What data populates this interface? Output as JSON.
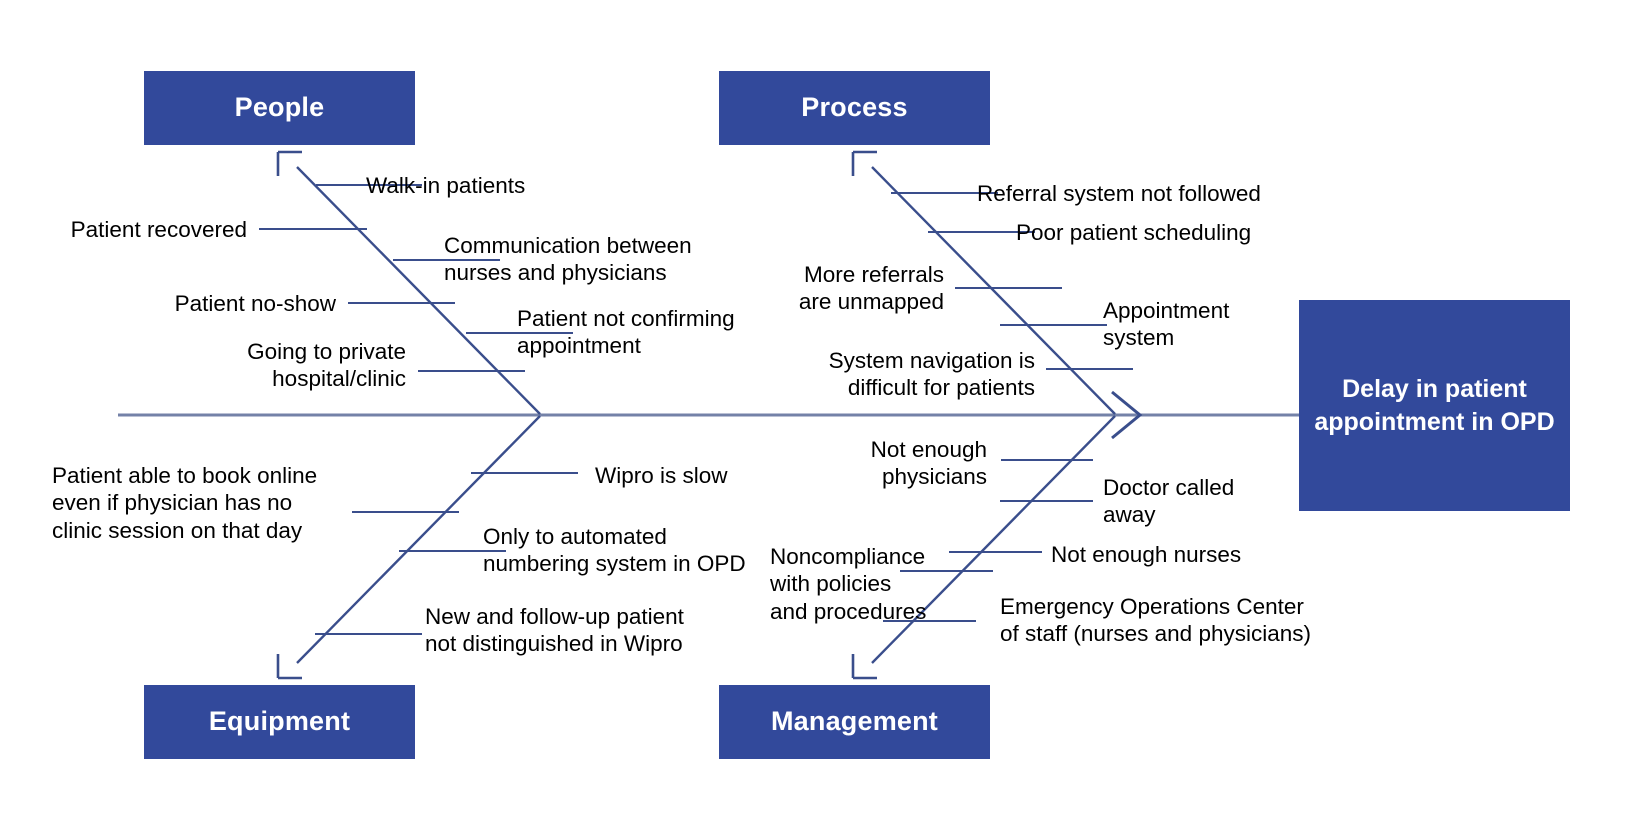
{
  "diagram": {
    "type": "fishbone-ishikawa",
    "effect": {
      "label": "Delay in patient appointment in OPD",
      "box_color": "#32499B",
      "text_color": "#FFFFFF"
    },
    "spine_color": "#7482A8",
    "bone_color": "#3A4E8C",
    "categories": [
      {
        "id": "people",
        "label": "People",
        "position": "top-left",
        "causes": [
          {
            "id": "walk-in-patients",
            "text": "Walk-in patients",
            "align": "left"
          },
          {
            "id": "patient-recovered",
            "text": "Patient recovered",
            "align": "right"
          },
          {
            "id": "communication-nurses-physicians",
            "text": "Communication between\nnurses and physicians",
            "align": "left"
          },
          {
            "id": "patient-no-show",
            "text": "Patient no-show",
            "align": "right"
          },
          {
            "id": "patient-not-confirming-appointment",
            "text": "Patient not confirming\nappointment",
            "align": "left"
          },
          {
            "id": "going-to-private-hospital-clinic",
            "text": "Going to private\nhospital/clinic",
            "align": "right"
          }
        ]
      },
      {
        "id": "process",
        "label": "Process",
        "position": "top-right",
        "causes": [
          {
            "id": "referral-system-not-followed",
            "text": "Referral system not followed",
            "align": "left"
          },
          {
            "id": "poor-patient-scheduling",
            "text": "Poor patient scheduling",
            "align": "left"
          },
          {
            "id": "more-referrals-are-unmapped",
            "text": "More referrals\nare unmapped",
            "align": "right"
          },
          {
            "id": "appointment-system",
            "text": "Appointment\nsystem",
            "align": "left"
          },
          {
            "id": "system-navigation-difficult",
            "text": "System navigation is\ndifficult for patients",
            "align": "right"
          }
        ]
      },
      {
        "id": "equipment",
        "label": "Equipment",
        "position": "bottom-left",
        "causes": [
          {
            "id": "wipro-is-slow",
            "text": "Wipro is slow",
            "align": "left"
          },
          {
            "id": "patient-able-to-book-online",
            "text": "Patient able to book online\neven if physician has no\nclinic session on that day",
            "align": "left"
          },
          {
            "id": "only-to-automated-numbering-system",
            "text": "Only to automated\nnumbering system in OPD",
            "align": "left"
          },
          {
            "id": "new-and-follow-up-patient",
            "text": "New and follow-up patient\nnot distinguished in Wipro",
            "align": "left"
          }
        ]
      },
      {
        "id": "management",
        "label": "Management",
        "position": "bottom-right",
        "causes": [
          {
            "id": "not-enough-physicians",
            "text": "Not enough\nphysicians",
            "align": "right"
          },
          {
            "id": "doctor-called-away",
            "text": "Doctor called\naway",
            "align": "left"
          },
          {
            "id": "noncompliance-with-policies",
            "text": "Noncompliance\nwith policies\nand procedures",
            "align": "left"
          },
          {
            "id": "not-enough-nurses",
            "text": "Not enough nurses",
            "align": "left"
          },
          {
            "id": "emergency-operations-center",
            "text": "Emergency Operations Center\nof staff  (nurses and physicians)",
            "align": "left"
          }
        ]
      }
    ]
  }
}
